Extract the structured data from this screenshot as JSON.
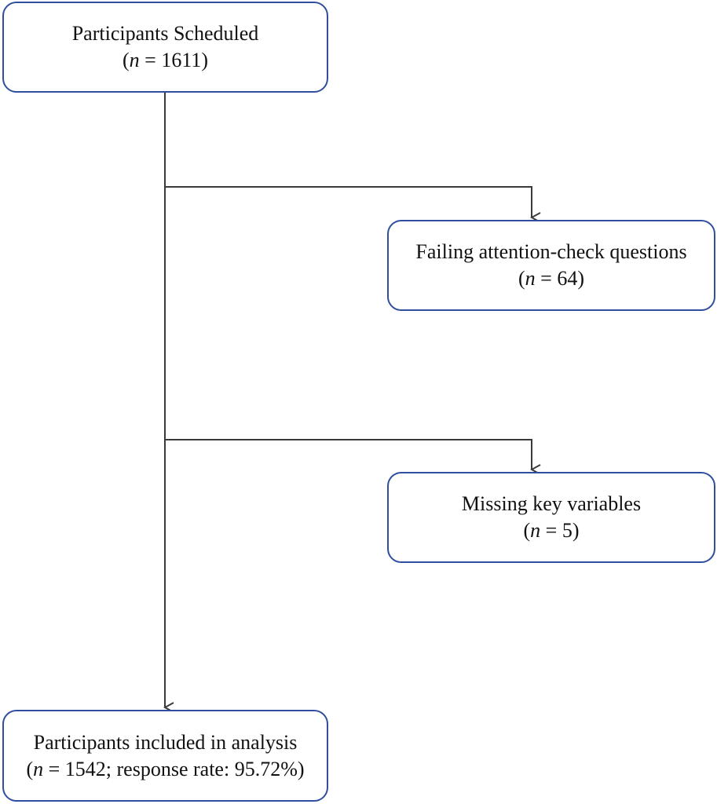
{
  "flowchart": {
    "scheduled": {
      "label": "Participants Scheduled",
      "n_var": "n",
      "n_text": " = 1611)"
    },
    "attention": {
      "label": "Failing attention-check questions",
      "n_var": "n",
      "n_text": " = 64)"
    },
    "missing": {
      "label": "Missing key variables",
      "n_var": "n",
      "n_text": " = 5)"
    },
    "included": {
      "label": "Participants included in analysis",
      "n_var": "n",
      "n_text": " = 1542; response rate: 95.72%)"
    }
  },
  "colors": {
    "box_border": "#2f4f9e",
    "connector": "#3a3a3a"
  }
}
